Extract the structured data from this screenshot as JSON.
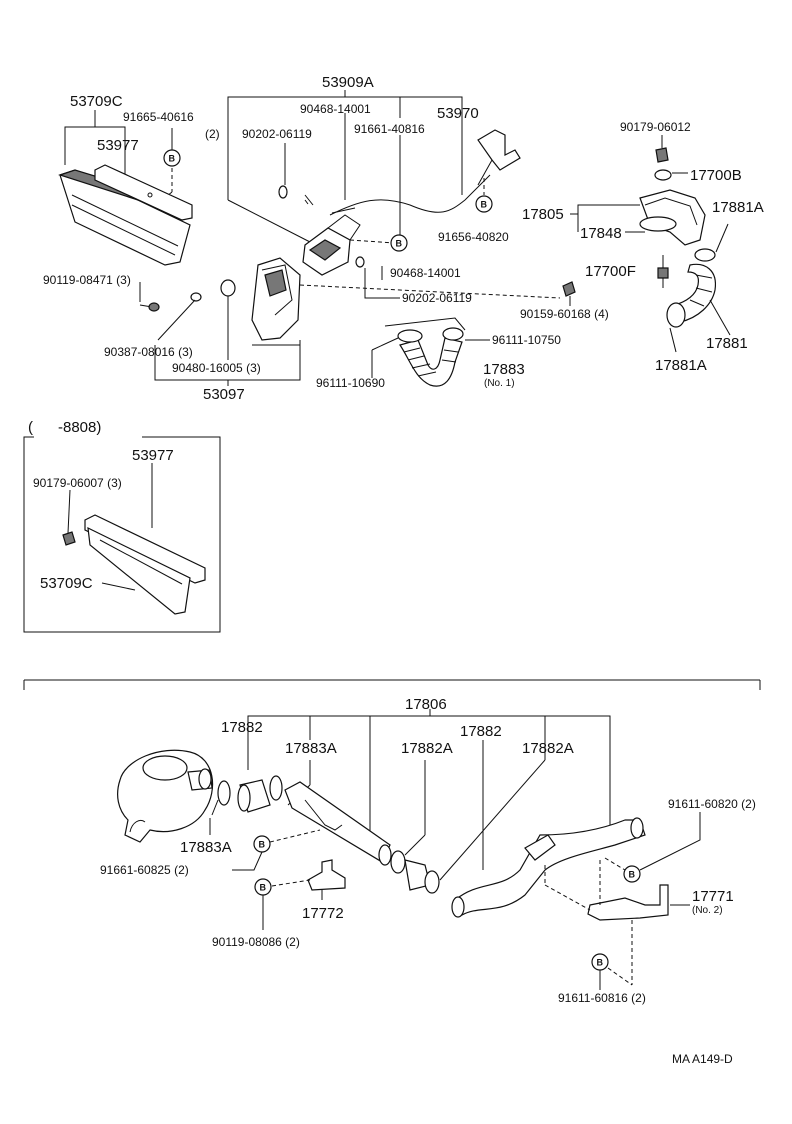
{
  "labels": {
    "l53709C_top": "53709C",
    "l91665": "91665-40616",
    "l91665_qty": "(2)",
    "l53977_top": "53977",
    "l53909A": "53909A",
    "l90468_top": "90468-14001",
    "l53970": "53970",
    "l90202_top": "90202-06119",
    "l91661_40816": "91661-40816",
    "l91656": "91656-40820",
    "l90468_mid": "90468-14001",
    "l90202_mid": "90202-06119",
    "l90119_08471": "90119-08471 (3)",
    "l90387": "90387-08016 (3)",
    "l90480": "90480-16005 (3)",
    "l53097": "53097",
    "l90159": "90159-60168 (4)",
    "l96111_10750": "96111-10750",
    "l96111_10690": "96111-10690",
    "l17883": "17883",
    "l17883_no": "(No. 1)",
    "l90179_06012": "90179-06012",
    "l17700B": "17700B",
    "l17805": "17805",
    "l17848": "17848",
    "l17881A_top": "17881A",
    "l17700F": "17700F",
    "l17881": "17881",
    "l17881A_bot": "17881A",
    "l8808": "(      -8808)",
    "l53977_box": "53977",
    "l90179_06007": "90179-06007 (3)",
    "l53709C_box": "53709C",
    "l17806": "17806",
    "l17882_a": "17882",
    "l17883A_a": "17883A",
    "l17882A_a": "17882A",
    "l17882_b": "17882",
    "l17882A_b": "17882A",
    "l17883A_b": "17883A",
    "l91661_60825": "91661-60825 (2)",
    "l17772": "17772",
    "l90119_08086": "90119-08086 (2)",
    "l91611_60820": "91611-60820 (2)",
    "l17771": "17771",
    "l17771_no": "(No. 2)",
    "l91611_60816": "91611-60816 (2)",
    "ref": "MA A149-D"
  },
  "bmark": "B"
}
